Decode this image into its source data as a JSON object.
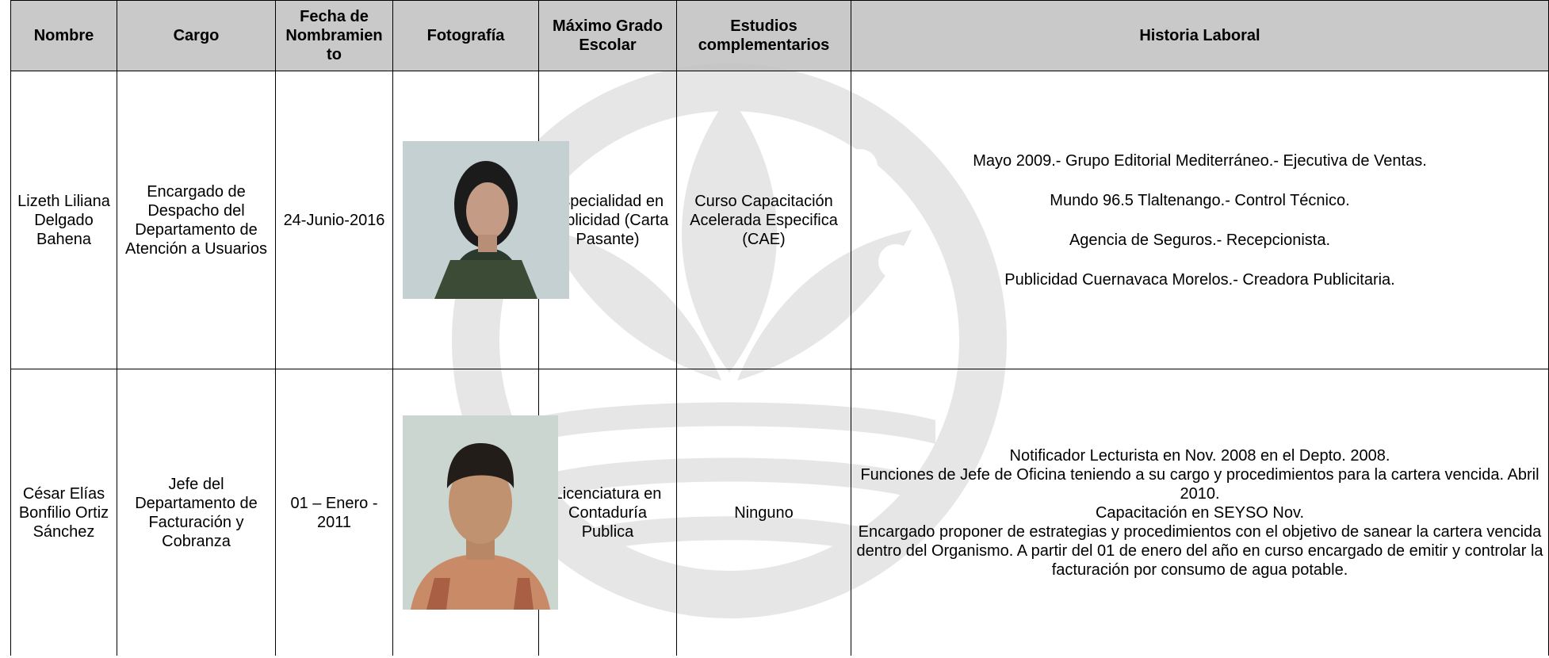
{
  "headers": {
    "nombre": "Nombre",
    "cargo": "Cargo",
    "fecha_l1": "Fecha de",
    "fecha_l2": "Nombramien",
    "fecha_l3": "to",
    "foto": "Fotografía",
    "grado_l1": "Máximo Grado",
    "grado_l2": "Escolar",
    "estudios_l1": "Estudios",
    "estudios_l2": "complementarios",
    "historia": "Historia Laboral"
  },
  "rows": [
    {
      "nombre_lines": [
        "Lizeth Liliana",
        "Delgado",
        "Bahena"
      ],
      "cargo_lines": [
        "Encargado de",
        "Despacho del",
        "Departamento de",
        "Atención a Usuarios"
      ],
      "fecha_lines": [
        "24-Junio-2016"
      ],
      "photo_alt": "Fotografía",
      "grado_lines": [
        "Especialidad en",
        "Publicidad (Carta",
        "Pasante)"
      ],
      "estudios_lines": [
        "Curso Capacitación",
        "Acelerada Especifica",
        "(CAE)"
      ],
      "historia": [
        "Mayo 2009.- Grupo Editorial Mediterráneo.- Ejecutiva de Ventas.",
        "Mundo 96.5 Tlaltenango.- Control Técnico.",
        "Agencia de Seguros.- Recepcionista.",
        "Publicidad Cuernavaca Morelos.- Creadora Publicitaria."
      ]
    },
    {
      "nombre_lines": [
        "César Elías",
        "Bonfilio Ortiz",
        "Sánchez"
      ],
      "cargo_lines": [
        "Jefe del",
        "Departamento de",
        "Facturación y",
        "Cobranza"
      ],
      "fecha_lines": [
        "01 – Enero -",
        "2011"
      ],
      "photo_alt": "Fotografía",
      "grado_lines": [
        "Licenciatura en",
        "Contaduría",
        "Publica"
      ],
      "estudios_lines": [
        "Ninguno"
      ],
      "historia": [
        "Notificador Lecturista en Nov. 2008 en el Depto. 2008.",
        "Funciones de Jefe de Oficina teniendo a su cargo y procedimientos para la cartera vencida. Abril 2010.",
        "Capacitación en SEYSO Nov.",
        "Encargado proponer de estrategias y procedimientos con el objetivo de sanear la cartera vencida dentro del Organismo. A partir del 01 de enero del año en curso encargado de emitir y controlar la facturación por consumo de agua potable."
      ]
    }
  ],
  "colors": {
    "header_bg": "#c0c0c0",
    "watermark": "#e3e3e3"
  }
}
